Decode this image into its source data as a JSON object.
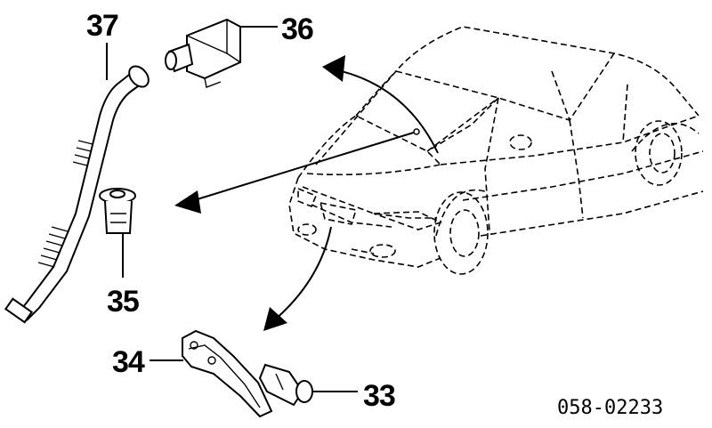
{
  "callouts": {
    "p37": "37",
    "p36": "36",
    "p35": "35",
    "p34": "34",
    "p33": "33"
  },
  "diagram_code": "058-02233"
}
